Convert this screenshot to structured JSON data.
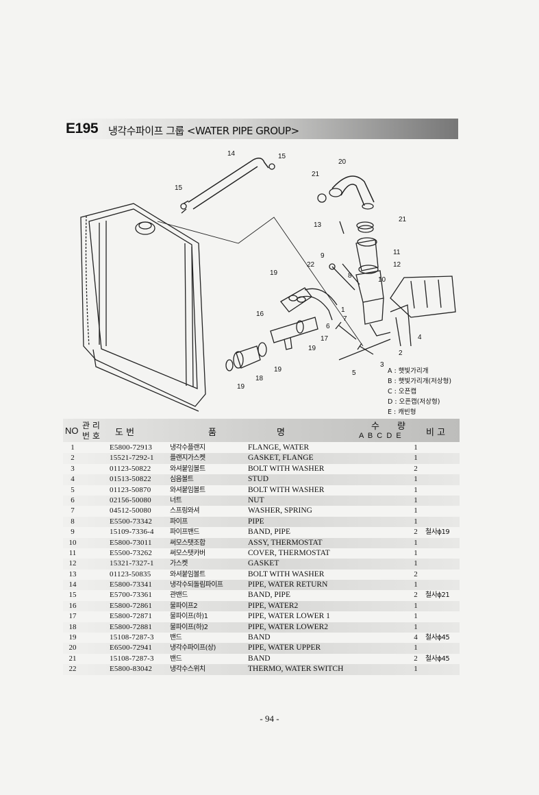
{
  "header": {
    "code": "E195",
    "title": "냉각수파이프 그룹 <WATER PIPE GROUP>"
  },
  "legend": [
    "A : 햇빛가리개",
    "B : 햇빛가리개(저상형)",
    "C : 오픈캡",
    "D : 오픈캡(저상형)",
    "E : 캐빈형"
  ],
  "callouts": [
    "14",
    "15",
    "15",
    "21",
    "20",
    "21",
    "13",
    "11",
    "12",
    "9",
    "22",
    "8",
    "10",
    "19",
    "16",
    "1",
    "7",
    "6",
    "4",
    "17",
    "19",
    "2",
    "19",
    "18",
    "3",
    "5",
    "19"
  ],
  "table": {
    "header": {
      "no": "NO",
      "mgmt_top": "관 리",
      "mgmt_bottom": "번 호",
      "drawing": "도  번",
      "name_1": "품",
      "name_2": "명",
      "qty_1": "수",
      "qty_2": "량",
      "qty_cols": "A  B  C  D  E",
      "remark": "비  고"
    },
    "rows": [
      {
        "no": "1",
        "part": "E5800-72913",
        "kr": "냉각수플랜지",
        "en": "FLANGE, WATER",
        "qty": "1",
        "note": ""
      },
      {
        "no": "2",
        "part": "15521-7292-1",
        "kr": "플랜지가스켓",
        "en": "GASKET, FLANGE",
        "qty": "1",
        "note": ""
      },
      {
        "no": "3",
        "part": "01123-50822",
        "kr": "와셔붙임볼트",
        "en": "BOLT WITH WASHER",
        "qty": "2",
        "note": ""
      },
      {
        "no": "4",
        "part": "01513-50822",
        "kr": "심음볼트",
        "en": "STUD",
        "qty": "1",
        "note": ""
      },
      {
        "no": "5",
        "part": "01123-50870",
        "kr": "와셔붙임볼트",
        "en": "BOLT WITH WASHER",
        "qty": "1",
        "note": ""
      },
      {
        "no": "6",
        "part": "02156-50080",
        "kr": "너트",
        "en": "NUT",
        "qty": "1",
        "note": ""
      },
      {
        "no": "7",
        "part": "04512-50080",
        "kr": "스프링와셔",
        "en": "WASHER, SPRING",
        "qty": "1",
        "note": ""
      },
      {
        "no": "8",
        "part": "E5500-73342",
        "kr": "파이프",
        "en": "PIPE",
        "qty": "1",
        "note": ""
      },
      {
        "no": "9",
        "part": "15109-7336-4",
        "kr": "파이프밴드",
        "en": "BAND, PIPE",
        "qty": "2",
        "note": "철사ϕ19"
      },
      {
        "no": "10",
        "part": "E5800-73011",
        "kr": "써모스탯조합",
        "en": "ASSY, THERMOSTAT",
        "qty": "1",
        "note": ""
      },
      {
        "no": "11",
        "part": "E5500-73262",
        "kr": "써모스탯카버",
        "en": "COVER, THERMOSTAT",
        "qty": "1",
        "note": ""
      },
      {
        "no": "12",
        "part": "15321-7327-1",
        "kr": "가스켓",
        "en": "GASKET",
        "qty": "1",
        "note": ""
      },
      {
        "no": "13",
        "part": "01123-50835",
        "kr": "와셔붙임볼트",
        "en": "BOLT WITH WASHER",
        "qty": "2",
        "note": ""
      },
      {
        "no": "14",
        "part": "E5800-73341",
        "kr": "냉각수되돌림파이프",
        "en": "PIPE, WATER RETURN",
        "qty": "1",
        "note": ""
      },
      {
        "no": "15",
        "part": "E5700-73361",
        "kr": "관밴드",
        "en": "BAND, PIPE",
        "qty": "2",
        "note": "철사ϕ21"
      },
      {
        "no": "16",
        "part": "E5800-72861",
        "kr": "물파이프2",
        "en": "PIPE, WATER2",
        "qty": "1",
        "note": ""
      },
      {
        "no": "17",
        "part": "E5800-72871",
        "kr": "물파이프(하)1",
        "en": "PIPE, WATER LOWER 1",
        "qty": "1",
        "note": ""
      },
      {
        "no": "18",
        "part": "E5800-72881",
        "kr": "물파이프(하)2",
        "en": "PIPE, WATER LOWER2",
        "qty": "1",
        "note": ""
      },
      {
        "no": "19",
        "part": "15108-7287-3",
        "kr": "밴드",
        "en": "BAND",
        "qty": "4",
        "note": "철사ϕ45"
      },
      {
        "no": "20",
        "part": "E6500-72941",
        "kr": "냉각수파이프(상)",
        "en": "PIPE, WATER UPPER",
        "qty": "1",
        "note": ""
      },
      {
        "no": "21",
        "part": "15108-7287-3",
        "kr": "밴드",
        "en": "BAND",
        "qty": "2",
        "note": "철사ϕ45"
      },
      {
        "no": "22",
        "part": "E5800-83042",
        "kr": "냉각수스위치",
        "en": "THERMO, WATER SWITCH",
        "qty": "1",
        "note": ""
      }
    ]
  },
  "footer": {
    "page": "- 94 -"
  }
}
